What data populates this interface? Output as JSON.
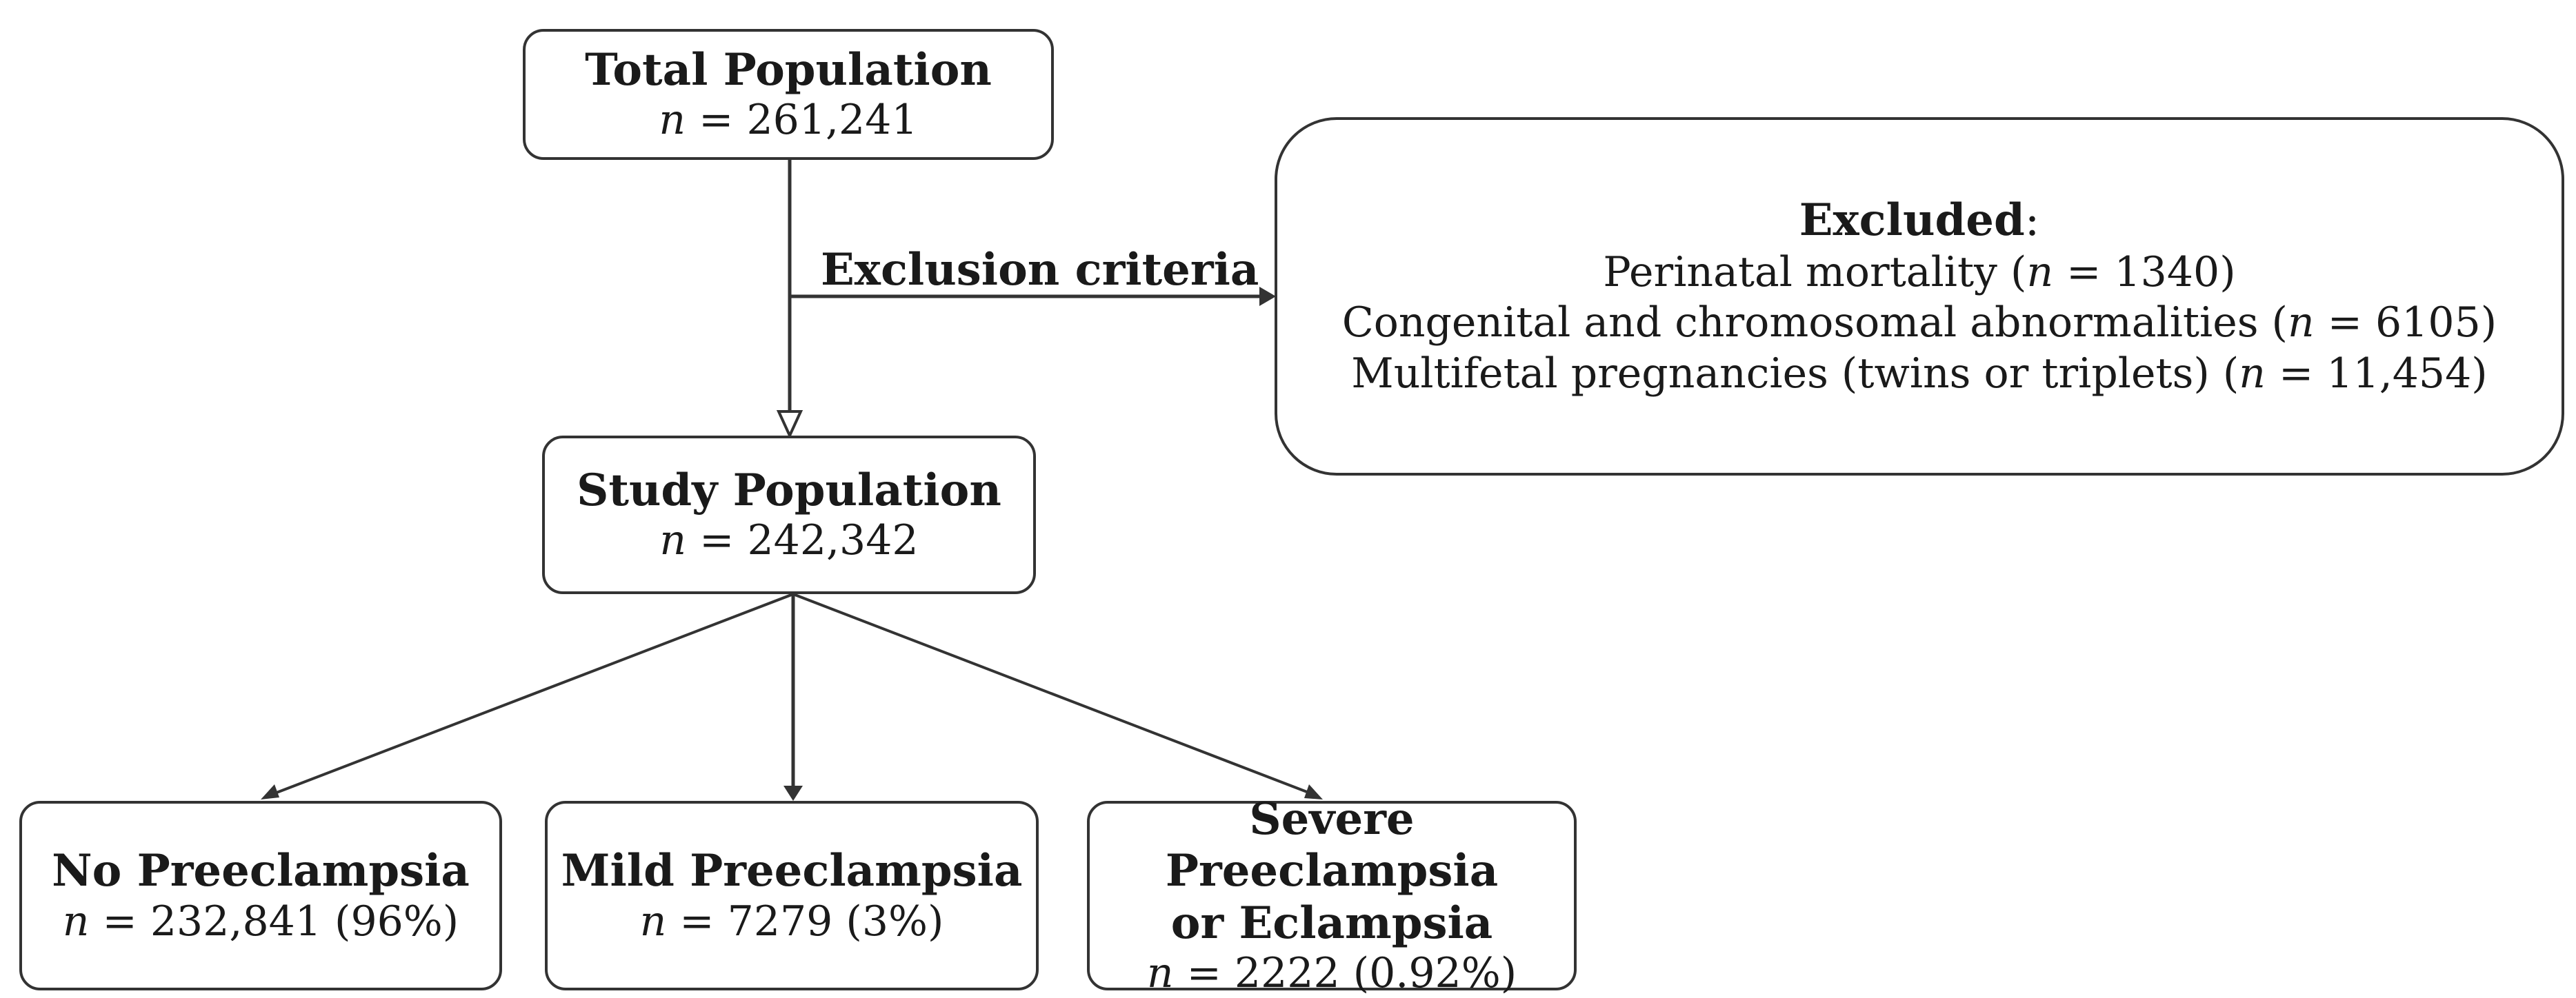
{
  "total": {
    "title": "Total Population",
    "n_symbol": "n",
    "count": " = 261,241"
  },
  "exclusion_criteria_label": "Exclusion criteria",
  "excluded": {
    "title": "Excluded",
    "colon": ":",
    "items": [
      {
        "label": "Perinatal mortality (",
        "n_symbol": "n",
        "count": " = 1340)"
      },
      {
        "label": "Congenital and chromosomal abnormalities (",
        "n_symbol": "n",
        "count": " = 6105)"
      },
      {
        "label": "Multifetal pregnancies (twins or triplets) (",
        "n_symbol": "n",
        "count": " = 11,454)"
      }
    ]
  },
  "study": {
    "title": "Study Population",
    "n_symbol": "n",
    "count": " = 242,342"
  },
  "outcomes": [
    {
      "title_line1": "No Preeclampsia",
      "title_line2": "",
      "n_symbol": "n",
      "count": " = 232,841 (96%)"
    },
    {
      "title_line1": "Mild Preeclampsia",
      "title_line2": "",
      "n_symbol": "n",
      "count": " = 7279 (3%)"
    },
    {
      "title_line1": "Severe Preeclampsia",
      "title_line2": "or Eclampsia",
      "n_symbol": "n",
      "count": " = 2222 (0.92%)"
    }
  ],
  "colors": {
    "line": "#333333",
    "text": "#1a1a1a",
    "background": "#ffffff"
  }
}
